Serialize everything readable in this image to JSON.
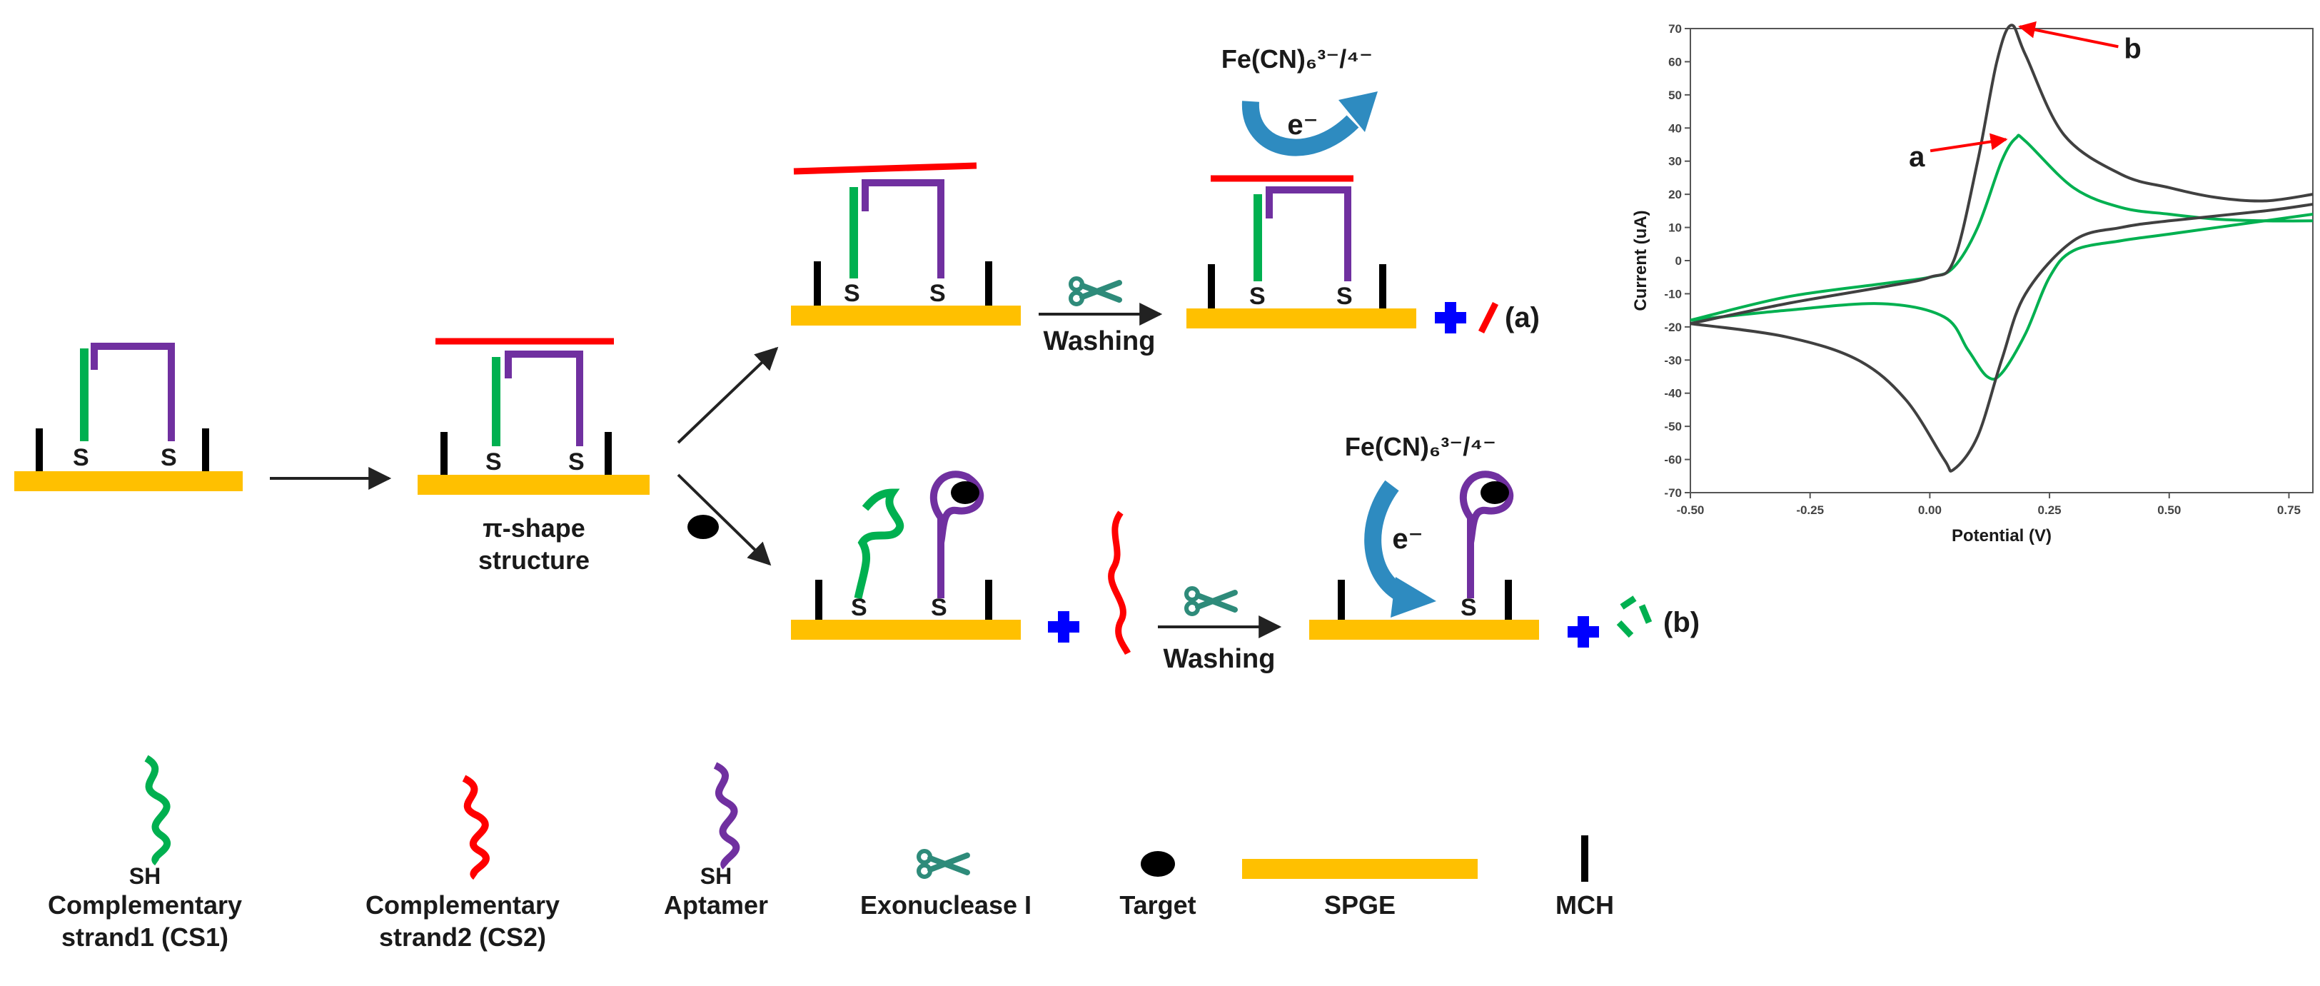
{
  "scheme": {
    "electrode_initial": {
      "s_left": "S",
      "s_right": "S"
    },
    "pi_shape": {
      "s_left": "S",
      "s_right": "S",
      "label_line1": "π-shape",
      "label_line2": "structure"
    },
    "branch_a": {
      "step1": {
        "s_left": "S",
        "s_right": "S"
      },
      "washing_label": "Washing",
      "redox_label": "Fe(CN)₆³⁻/⁴⁻",
      "electron_label": "e⁻",
      "step2": {
        "s_left": "S",
        "s_right": "S"
      },
      "tag": "(a)"
    },
    "branch_b": {
      "step1": {
        "s_left": "S",
        "s_right": "S"
      },
      "washing_label": "Washing",
      "redox_label": "Fe(CN)₆³⁻/⁴⁻",
      "electron_label": "e⁻",
      "step2": {
        "s_right": "S"
      },
      "tag": "(b)"
    }
  },
  "legend": [
    {
      "icon": "green-strand-icon",
      "label_lines": [
        "SH",
        "Complementary",
        "strand1 (CS1)"
      ]
    },
    {
      "icon": "red-strand-icon",
      "label_lines": [
        "Complementary",
        "strand2 (CS2)"
      ]
    },
    {
      "icon": "purple-strand-icon",
      "label_lines": [
        "SH",
        "Aptamer"
      ]
    },
    {
      "icon": "scissors-icon",
      "label_lines": [
        "Exonuclease I"
      ]
    },
    {
      "icon": "target-dot-icon",
      "label_lines": [
        "Target"
      ]
    },
    {
      "icon": "electrode-bar-icon",
      "label_lines": [
        "SPGE"
      ]
    },
    {
      "icon": "mch-bar-icon",
      "label_lines": [
        "MCH"
      ]
    }
  ],
  "colors": {
    "cs1": "#00b050",
    "cs2": "#ff0000",
    "aptamer": "#7030a0",
    "electrode": "#ffc000",
    "mch": "#000000",
    "plus": "#0000ff",
    "electron_arrow": "#2e8bc0",
    "annotation_arrow": "#ff0000",
    "curve_a": "#00b050",
    "curve_b": "#404040"
  },
  "chart_data": {
    "type": "line",
    "xlabel": "Potential (V)",
    "ylabel": "Current (uA)",
    "xlim": [
      -0.5,
      0.8
    ],
    "ylim": [
      -70,
      70
    ],
    "xticks": [
      "-0.50",
      "-0.25",
      "0.00",
      "0.25",
      "0.50",
      "0.75"
    ],
    "yticks": [
      "70",
      "60",
      "50",
      "40",
      "30",
      "20",
      "10",
      "0",
      "-10",
      "-20",
      "-30",
      "-40",
      "-50",
      "-60",
      "-70"
    ],
    "series": [
      {
        "name": "a",
        "forward": [
          [
            -0.5,
            -18
          ],
          [
            -0.3,
            -11
          ],
          [
            -0.1,
            -7
          ],
          [
            0.0,
            -5
          ],
          [
            0.05,
            -2
          ],
          [
            0.1,
            10
          ],
          [
            0.15,
            30
          ],
          [
            0.18,
            37
          ],
          [
            0.2,
            36
          ],
          [
            0.3,
            22
          ],
          [
            0.4,
            16
          ],
          [
            0.5,
            14
          ],
          [
            0.6,
            12.5
          ],
          [
            0.7,
            12
          ],
          [
            0.8,
            12
          ]
        ],
        "reverse": [
          [
            0.8,
            14
          ],
          [
            0.7,
            12
          ],
          [
            0.5,
            8
          ],
          [
            0.4,
            6
          ],
          [
            0.3,
            3
          ],
          [
            0.25,
            -5
          ],
          [
            0.2,
            -22
          ],
          [
            0.15,
            -34
          ],
          [
            0.12,
            -35
          ],
          [
            0.08,
            -27
          ],
          [
            0.03,
            -17
          ],
          [
            -0.1,
            -13
          ],
          [
            -0.3,
            -15
          ],
          [
            -0.5,
            -18
          ]
        ]
      },
      {
        "name": "b",
        "forward": [
          [
            -0.5,
            -19
          ],
          [
            -0.3,
            -13
          ],
          [
            -0.1,
            -8
          ],
          [
            0.0,
            -5
          ],
          [
            0.05,
            0
          ],
          [
            0.1,
            30
          ],
          [
            0.14,
            60
          ],
          [
            0.17,
            71
          ],
          [
            0.2,
            62
          ],
          [
            0.28,
            38
          ],
          [
            0.4,
            26
          ],
          [
            0.5,
            22
          ],
          [
            0.6,
            19
          ],
          [
            0.7,
            18
          ],
          [
            0.8,
            20
          ]
        ],
        "reverse": [
          [
            0.8,
            17
          ],
          [
            0.7,
            15
          ],
          [
            0.5,
            12
          ],
          [
            0.4,
            10
          ],
          [
            0.3,
            6
          ],
          [
            0.2,
            -10
          ],
          [
            0.15,
            -30
          ],
          [
            0.1,
            -53
          ],
          [
            0.05,
            -63
          ],
          [
            0.03,
            -60
          ],
          [
            -0.05,
            -42
          ],
          [
            -0.15,
            -30
          ],
          [
            -0.3,
            -23
          ],
          [
            -0.5,
            -19
          ]
        ]
      }
    ],
    "annotations": [
      "b",
      "a"
    ]
  }
}
